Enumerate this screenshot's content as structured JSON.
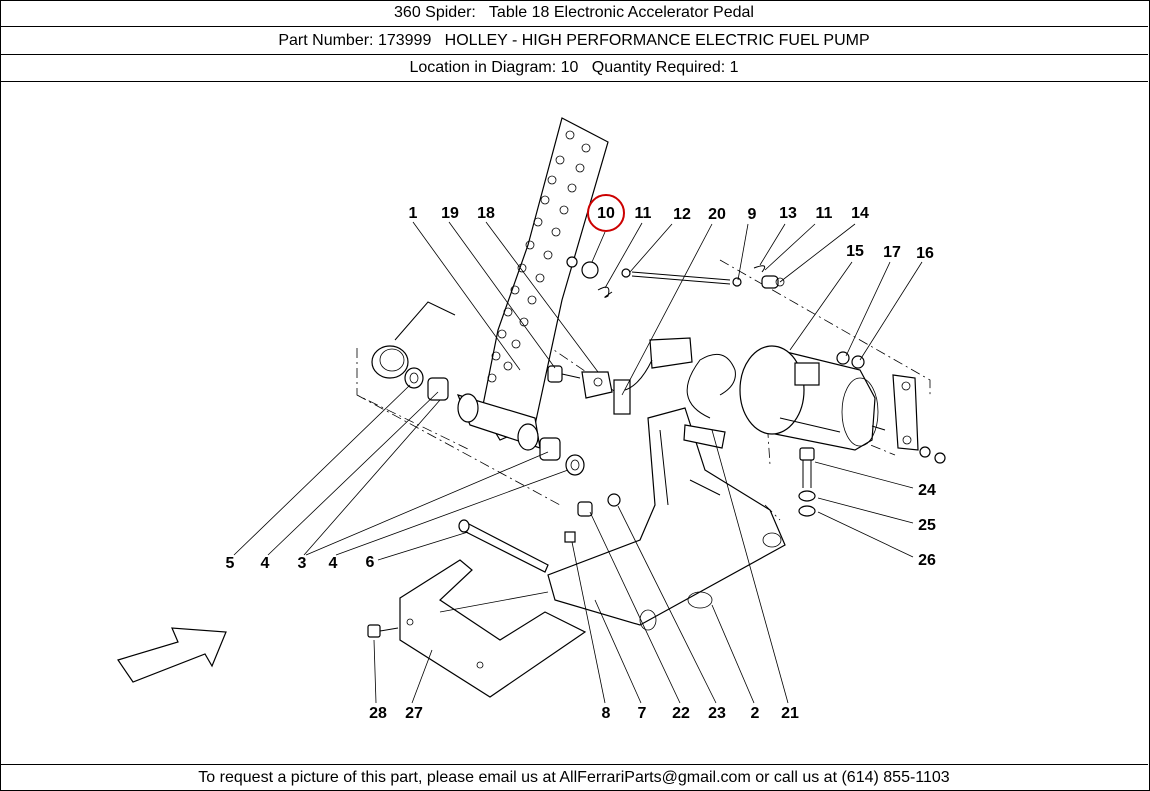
{
  "header": {
    "title": "360 Spider:   Table 18 Electronic Accelerator Pedal",
    "part_line": "Part Number: 173999   HOLLEY - HIGH PERFORMANCE ELECTRIC FUEL PUMP",
    "location_line": "Location in Diagram: 10   Quantity Required: 1"
  },
  "diagram": {
    "highlighted_label": "10",
    "highlight_color": "#cc0000",
    "labels": [
      "1",
      "19",
      "18",
      "10",
      "11",
      "12",
      "20",
      "9",
      "13",
      "11",
      "14",
      "15",
      "17",
      "16",
      "24",
      "25",
      "26",
      "5",
      "4",
      "3",
      "4",
      "6",
      "28",
      "27",
      "8",
      "7",
      "22",
      "23",
      "2",
      "21"
    ]
  },
  "footer": {
    "text": "To request a picture of this part, please email us at AllFerrariParts@gmail.com or call us at (614) 855-1103"
  }
}
